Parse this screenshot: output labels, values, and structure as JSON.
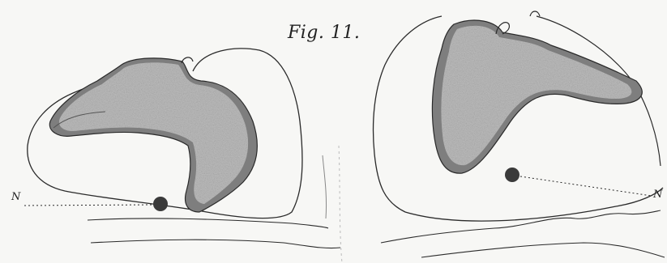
{
  "figure": {
    "label": "Fig. 11.",
    "left_marker": "N",
    "right_marker": "N"
  },
  "colors": {
    "paper": "#f7f7f5",
    "ink": "#2a2a2a",
    "tissue_fill": "#bdbdbd",
    "tissue_dark": "#7e7e7e",
    "nucleus": "#3a3a3a"
  }
}
